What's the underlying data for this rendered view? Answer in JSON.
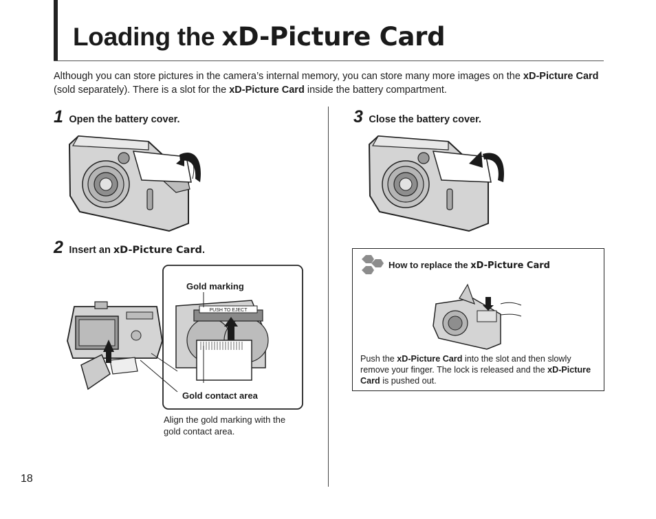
{
  "page": {
    "title_prefix": "Loading the ",
    "title_em": "xD-Picture Card",
    "number": "18"
  },
  "intro": {
    "t1": "Although you can store pictures in the camera’s internal memory, you can store many more images on the ",
    "b1": "xD-Picture Card",
    "t2": " (sold separately). There is a slot for the ",
    "b2": "xD-Picture Card",
    "t3": " inside the battery compartment."
  },
  "steps": [
    {
      "num": "1",
      "text": "Open the battery cover."
    },
    {
      "num": "2",
      "text_prefix": "Insert an ",
      "text_em": "xD-Picture Card",
      "text_suffix": "."
    },
    {
      "num": "3",
      "text": "Close the battery cover."
    }
  ],
  "figure_insert": {
    "gold_marking": "Gold marking",
    "gold_contact": "Gold contact area",
    "card_label": "PUSH TO EJECT",
    "align_note": "Align the gold marking with the gold contact area."
  },
  "tip": {
    "title_prefix": "How to replace the ",
    "title_em": "xD-Picture Card",
    "body_t1": "Push the ",
    "body_b1": "xD-Picture Card",
    "body_t2": " into the slot and then slowly remove your finger. The lock is released and the ",
    "body_b2": "xD-Picture Card",
    "body_t3": " is pushed out."
  },
  "colors": {
    "ink": "#1a1a1a",
    "camera_body": "#cfcfcf",
    "camera_shade": "#9a9a9a",
    "tip_icon": "#8c8c8c"
  }
}
